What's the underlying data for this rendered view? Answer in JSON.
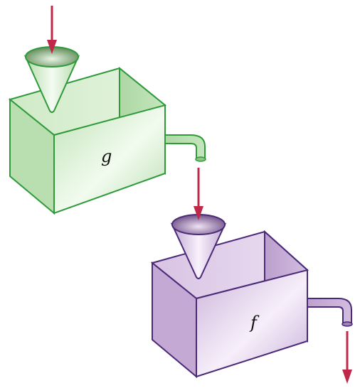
{
  "machines": [
    {
      "id": "g",
      "label": "g",
      "color": "#cfe9c7",
      "outline": "#2e9a3a"
    },
    {
      "id": "f",
      "label": "f",
      "color": "#d9c4e4",
      "outline": "#4a2a78"
    }
  ],
  "arrow_color": "#c0284a",
  "background": "#ffffff"
}
